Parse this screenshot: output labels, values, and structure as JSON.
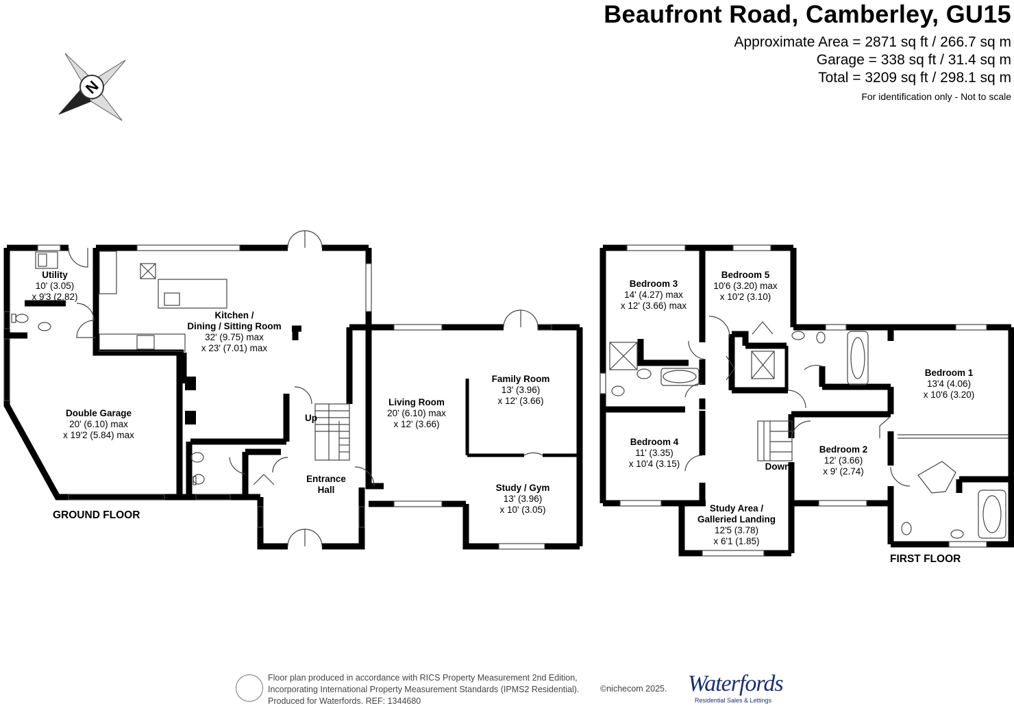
{
  "header": {
    "title": "Beaufront Road, Camberley, GU15",
    "approx_area": "Approximate Area = 2871 sq ft / 266.7 sq m",
    "garage_area": "Garage = 338 sq ft / 31.4 sq m",
    "total_area": "Total = 3209 sq ft / 298.1 sq m",
    "note": "For identification only - Not to scale"
  },
  "compass": {
    "letter": "N"
  },
  "ground_floor": {
    "label": "GROUND FLOOR",
    "rooms": {
      "utility": [
        "Utility",
        "10' (3.05)",
        "x 9'3 (2.82)"
      ],
      "kitchen": [
        "Kitchen /",
        "Dining / Sitting Room",
        "32' (9.75) max",
        "x 23' (7.01) max"
      ],
      "garage": [
        "Double Garage",
        "20' (6.10) max",
        "x 19'2 (5.84) max"
      ],
      "living": [
        "Living Room",
        "20' (6.10) max",
        "x 12' (3.66)"
      ],
      "family": [
        "Family Room",
        "13' (3.96)",
        "x 12' (3.66)"
      ],
      "study": [
        "Study / Gym",
        "13' (3.96)",
        "x 10' (3.05)"
      ],
      "hall": [
        "Entrance",
        "Hall"
      ]
    },
    "up_label": "Up"
  },
  "first_floor": {
    "label": "FIRST FLOOR",
    "rooms": {
      "bed3": [
        "Bedroom 3",
        "14' (4.27) max",
        "x 12' (3.66) max"
      ],
      "bed5": [
        "Bedroom 5",
        "10'6 (3.20) max",
        "x 10'2 (3.10)"
      ],
      "bed1": [
        "Bedroom 1",
        "13'4 (4.06)",
        "x 10'6 (3.20)"
      ],
      "bed4": [
        "Bedroom 4",
        "11' (3.35)",
        "x 10'4 (3.15)"
      ],
      "bed2": [
        "Bedroom 2",
        "12' (3.66)",
        "x 9' (2.74)"
      ],
      "landing": [
        "Study Area /",
        "Galleried Landing",
        "12'5 (3.78)",
        "x 6'1 (1.85)"
      ]
    },
    "down_label": "Down"
  },
  "footer": {
    "line1": "Floor plan produced in accordance with RICS Property Measurement 2nd Edition,",
    "line2": "Incorporating International Property Measurement Standards (IPMS2 Residential).",
    "line3": "Produced for Waterfords.   REF: 1344680",
    "copyright": "©nichecom 2025.",
    "logo": "Waterfords",
    "logo_tagline": "Residential Sales & Lettings"
  }
}
